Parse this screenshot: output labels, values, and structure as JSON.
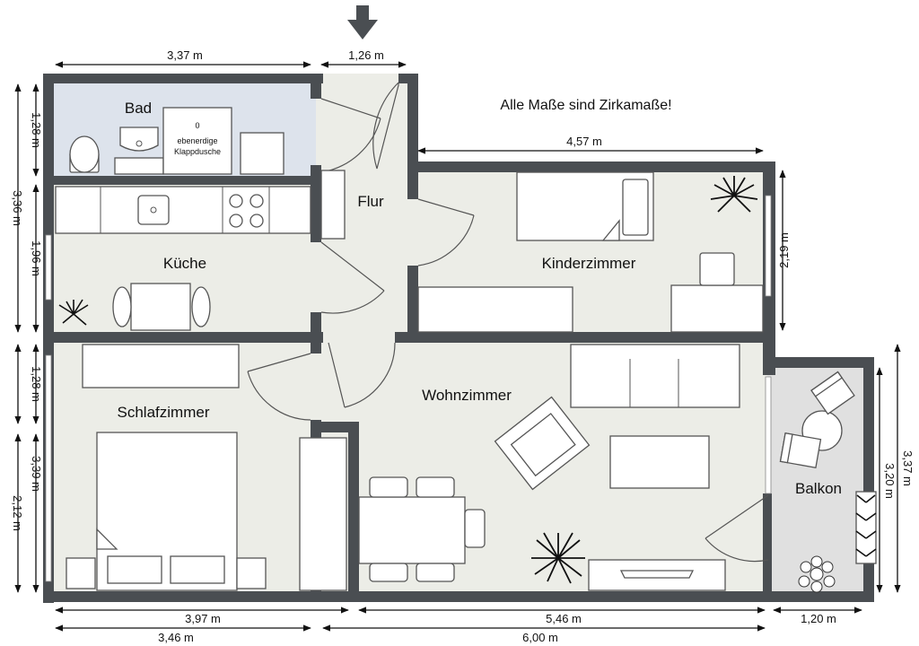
{
  "plan": {
    "note": "Alle Maße sind Zirkamaße!",
    "rooms": {
      "bad": "Bad",
      "flur": "Flur",
      "kueche": "Küche",
      "kinderzimmer": "Kinderzimmer",
      "schlafzimmer": "Schlafzimmer",
      "wohnzimmer": "Wohnzimmer",
      "balkon": "Balkon"
    },
    "shower": {
      "line1": "ebenerdige",
      "line2": "Klappdusche",
      "mark": "0"
    },
    "dimensions": {
      "top_left": "3,37 m",
      "top_entrance": "1,26 m",
      "kinder_width": "4,57 m",
      "left_bad": "1,28 m",
      "left_total_top": "3,36 m",
      "left_kueche": "1,96 m",
      "left_schlaf_top": "1,28 m",
      "left_total_bottom": "3,39 m",
      "left_schlaf": "2,12 m",
      "kinder_height": "2,19 m",
      "right_outer": "3,37 m",
      "right_inner": "3,20 m",
      "bottom_schlaf": "3,97 m",
      "bottom_wohn": "5,46 m",
      "bottom_balkon": "1,20 m",
      "bottom_schlaf_inner": "3,46 m",
      "bottom_total": "6,00 m"
    },
    "colors": {
      "wall": "#4a4e52",
      "floor": "#ecede7",
      "bathroom": "#dde3ec",
      "balcony": "#e0e0e0"
    }
  }
}
